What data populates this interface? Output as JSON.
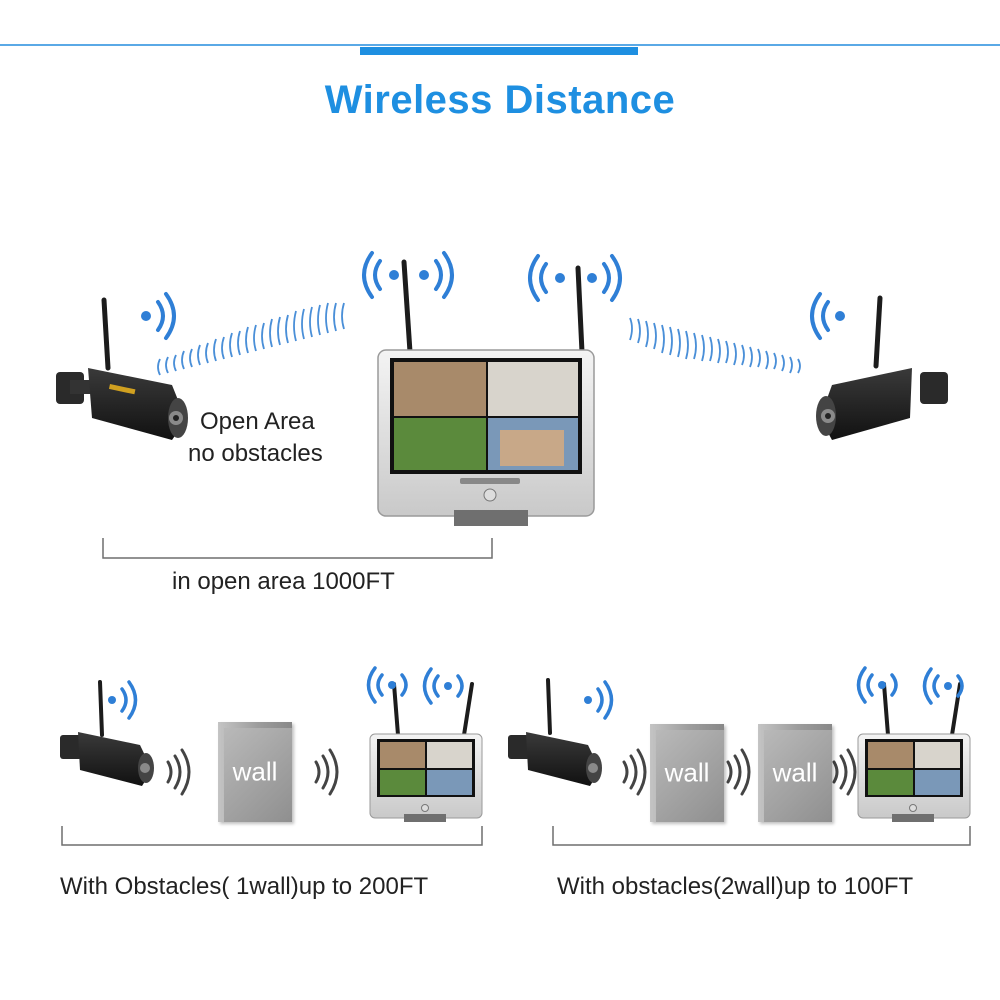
{
  "header": {
    "title": "Wireless Distance"
  },
  "open_area": {
    "label_line1": "Open Area",
    "label_line2": "no obstacles",
    "distance_label": "in open area 1000FT"
  },
  "one_wall": {
    "wall_label": "wall",
    "distance_label": "With Obstacles( 1wall)up to 200FT"
  },
  "two_wall": {
    "wall1_label": "wall",
    "wall2_label": "wall",
    "distance_label": "With obstacles(2wall)up to 100FT"
  },
  "colors": {
    "accent": "#1e8fe1",
    "signal": "#2f7fd6",
    "camera": "#1c1c1c",
    "bracket": "#6f6f6f",
    "wall": "#a0a0a0"
  }
}
